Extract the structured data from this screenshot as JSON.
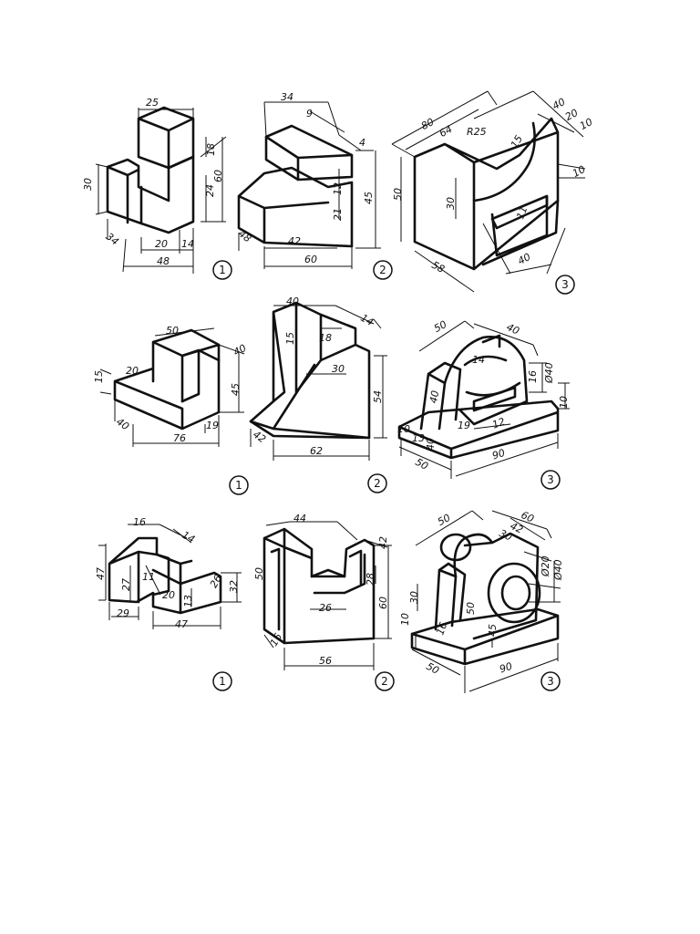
{
  "row1": {
    "fig1": {
      "d25": "25",
      "d30": "30",
      "d18": "18",
      "d24": "24",
      "d60": "60",
      "d34": "34",
      "d20": "20",
      "d14": "14",
      "d48": "48",
      "label": "1"
    },
    "fig2": {
      "d34": "34",
      "d9": "9",
      "d4": "4",
      "d12": "12",
      "d21": "21",
      "d45": "45",
      "d48": "48",
      "d42": "42",
      "d60": "60",
      "label": "2"
    },
    "fig3": {
      "d80": "80",
      "d64": "64",
      "dR25": "R25",
      "d40a": "40",
      "d20": "20",
      "d10a": "10",
      "d15": "15",
      "d10b": "10",
      "d50": "50",
      "d30": "30",
      "d11": "11",
      "d58": "58",
      "d40b": "40",
      "label": "3"
    }
  },
  "row2": {
    "fig1": {
      "d50": "50",
      "d40a": "40",
      "d15": "15",
      "d20": "20",
      "d45": "45",
      "d40b": "40",
      "d19": "19",
      "d76": "76",
      "label": "1"
    },
    "fig2": {
      "d40": "40",
      "d14": "14",
      "d15": "15",
      "d18": "18",
      "d30": "30",
      "d54": "54",
      "d42": "42",
      "d62": "62",
      "label": "2"
    },
    "fig3": {
      "d50a": "50",
      "d40a": "40",
      "d14": "14",
      "d40b": "40",
      "d16": "16",
      "dPhi40": "Ø40",
      "d10a": "10",
      "d19": "19",
      "d12": "12",
      "d10b": "10",
      "d13": "13",
      "d40c": "40",
      "d50b": "50",
      "d90": "90",
      "label": "3"
    }
  },
  "row3": {
    "fig1": {
      "d16": "16",
      "d14": "14",
      "d47a": "47",
      "d27": "27",
      "d11": "11",
      "d20": "20",
      "d26": "26",
      "d32": "32",
      "d13": "13",
      "d29": "29",
      "d47b": "47",
      "label": "1"
    },
    "fig2": {
      "d44": "44",
      "d42": "42",
      "d50": "50",
      "d28": "28",
      "d60": "60",
      "d26": "26",
      "d16": "16",
      "d56": "56",
      "label": "2"
    },
    "fig3": {
      "d50a": "50",
      "d60": "60",
      "d42": "42",
      "d30a": "30",
      "dPhi20": "Ø20",
      "dPhi40": "Ø40",
      "d30b": "30",
      "d10": "10",
      "d16": "16",
      "d50b": "50",
      "d45": "45",
      "d50c": "50",
      "d90": "90",
      "label": "3"
    }
  }
}
